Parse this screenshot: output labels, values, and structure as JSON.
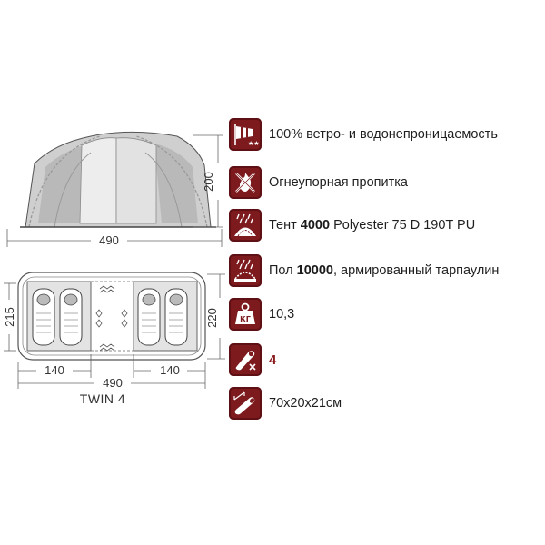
{
  "diagram": {
    "side_width": "490",
    "side_height": "200",
    "plan_width_left": "215",
    "plan_width_right": "220",
    "plan_bottom_left": "140",
    "plan_bottom_center": "490",
    "plan_bottom_right": "140",
    "model_name": "TWIN 4"
  },
  "features": [
    {
      "icon": "wind-icon",
      "text_before": "100% ветро- и водонепроницаемость",
      "bold": "",
      "text_after": ""
    },
    {
      "icon": "fire-retardant-icon",
      "text_before": "Огнеупорная пропитка",
      "bold": "",
      "text_after": ""
    },
    {
      "icon": "rain-tent-icon",
      "text_before": "Тент ",
      "bold": "4000",
      "text_after": " Polyester 75 D 190T PU"
    },
    {
      "icon": "rain-floor-icon",
      "text_before": "Пол ",
      "bold": "10000",
      "text_after": ", армированный тарпаулин"
    },
    {
      "icon": "weight-icon",
      "text_before": "10,3",
      "bold": "",
      "text_after": ""
    },
    {
      "icon": "sleeping-bag-icon",
      "text_before": "4",
      "bold": "",
      "text_after": ""
    },
    {
      "icon": "packed-size-icon",
      "text_before": "70x20x21см",
      "bold": "",
      "text_after": ""
    }
  ],
  "badge_labels": {
    "weight": "КГ"
  },
  "colors": {
    "badge": "#7d1a1e",
    "accent_text": "#8a1a1e"
  }
}
